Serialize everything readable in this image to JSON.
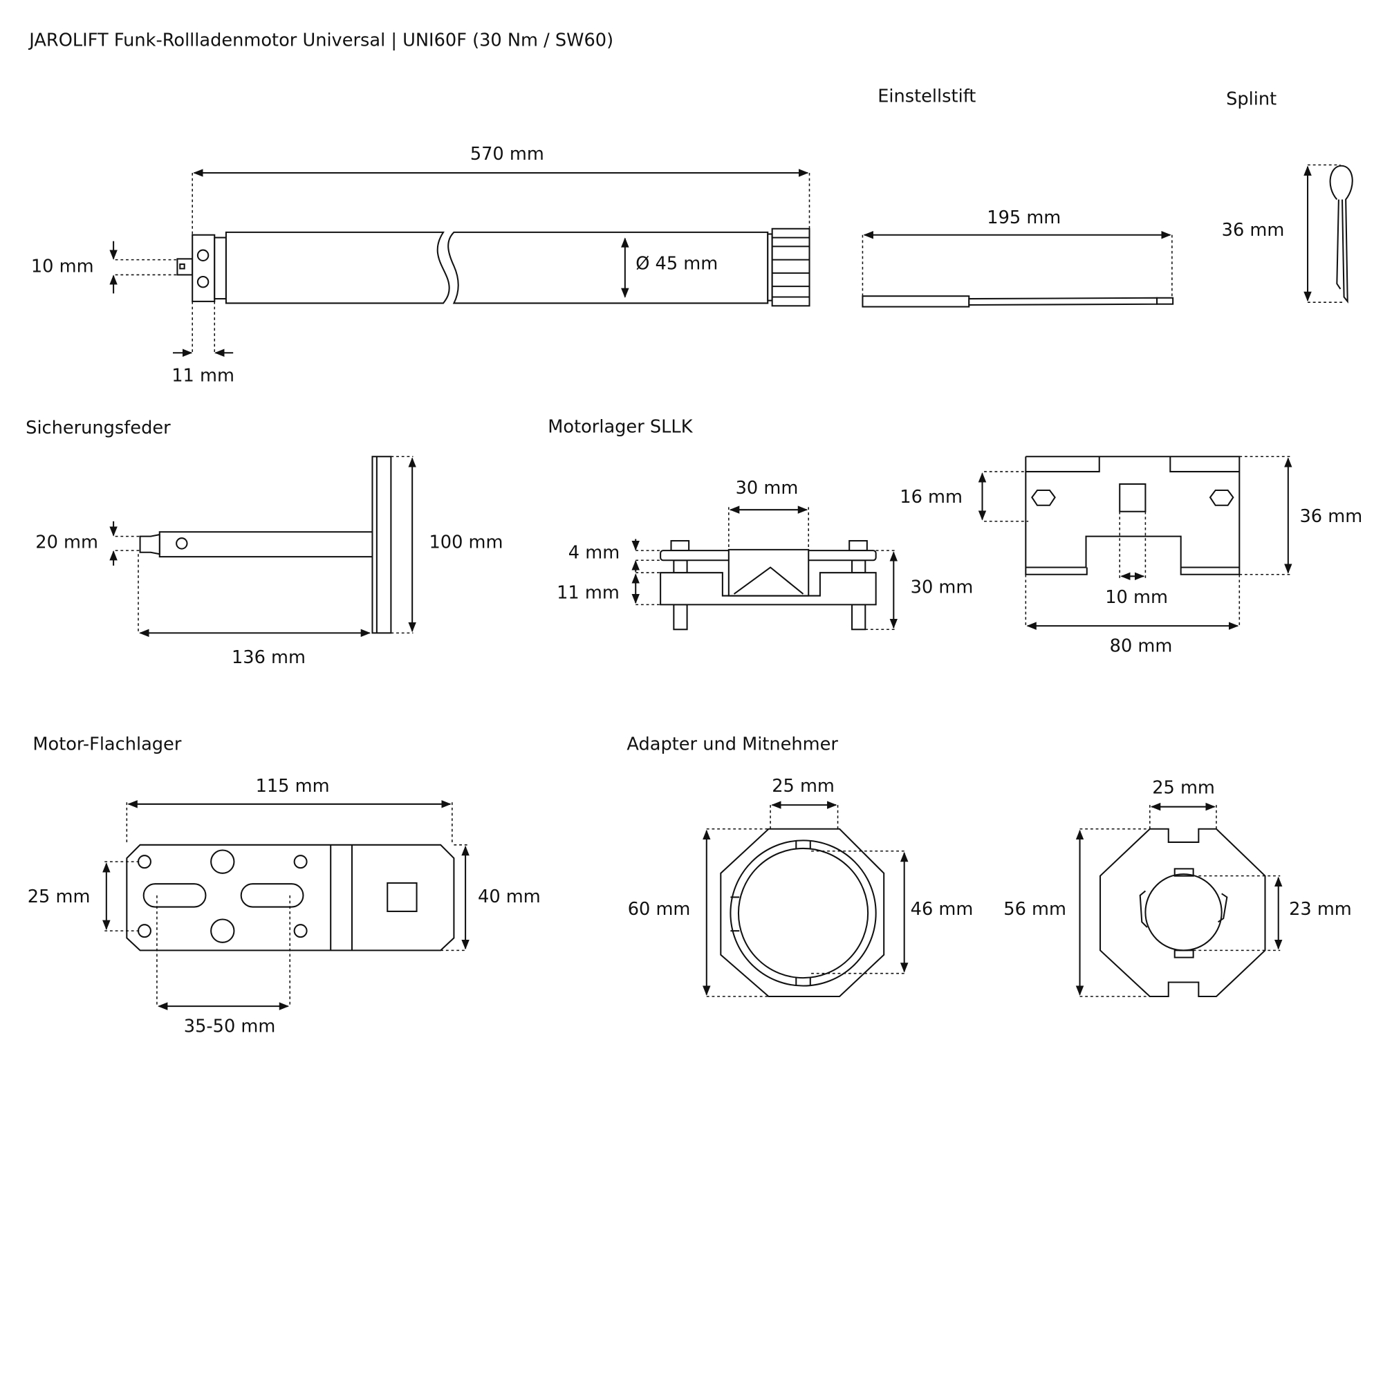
{
  "title": "JAROLIFT Funk-Rollladenmotor Universal | UNI60F (30 Nm / SW60)",
  "motor": {
    "length": "570 mm",
    "diameter": "Ø 45 mm",
    "pin": "10 mm",
    "head": "11 mm"
  },
  "einstellstift": {
    "label": "Einstellstift",
    "length": "195 mm"
  },
  "splint": {
    "label": "Splint",
    "length": "36 mm"
  },
  "sicherungsfeder": {
    "label": "Sicherungsfeder",
    "head": "20 mm",
    "height": "100 mm",
    "length": "136 mm"
  },
  "motorlager": {
    "label": "Motorlager SLLK",
    "top_width": "30 mm",
    "plate": "4 mm",
    "block": "11 mm",
    "height": "30 mm",
    "side_slot": "16 mm",
    "side_height": "36 mm",
    "square": "10 mm",
    "side_width": "80 mm"
  },
  "flachlager": {
    "label": "Motor-Flachlager",
    "width": "115 mm",
    "hole_spacing": "25 mm",
    "height": "40 mm",
    "slot_range": "35-50 mm"
  },
  "adapter": {
    "label": "Adapter und Mitnehmer",
    "adapter_notch": "25 mm",
    "adapter_outer": "60 mm",
    "adapter_inner": "46 mm",
    "mitnehmer_notch": "25 mm",
    "mitnehmer_outer": "56 mm",
    "mitnehmer_inner": "23 mm"
  }
}
